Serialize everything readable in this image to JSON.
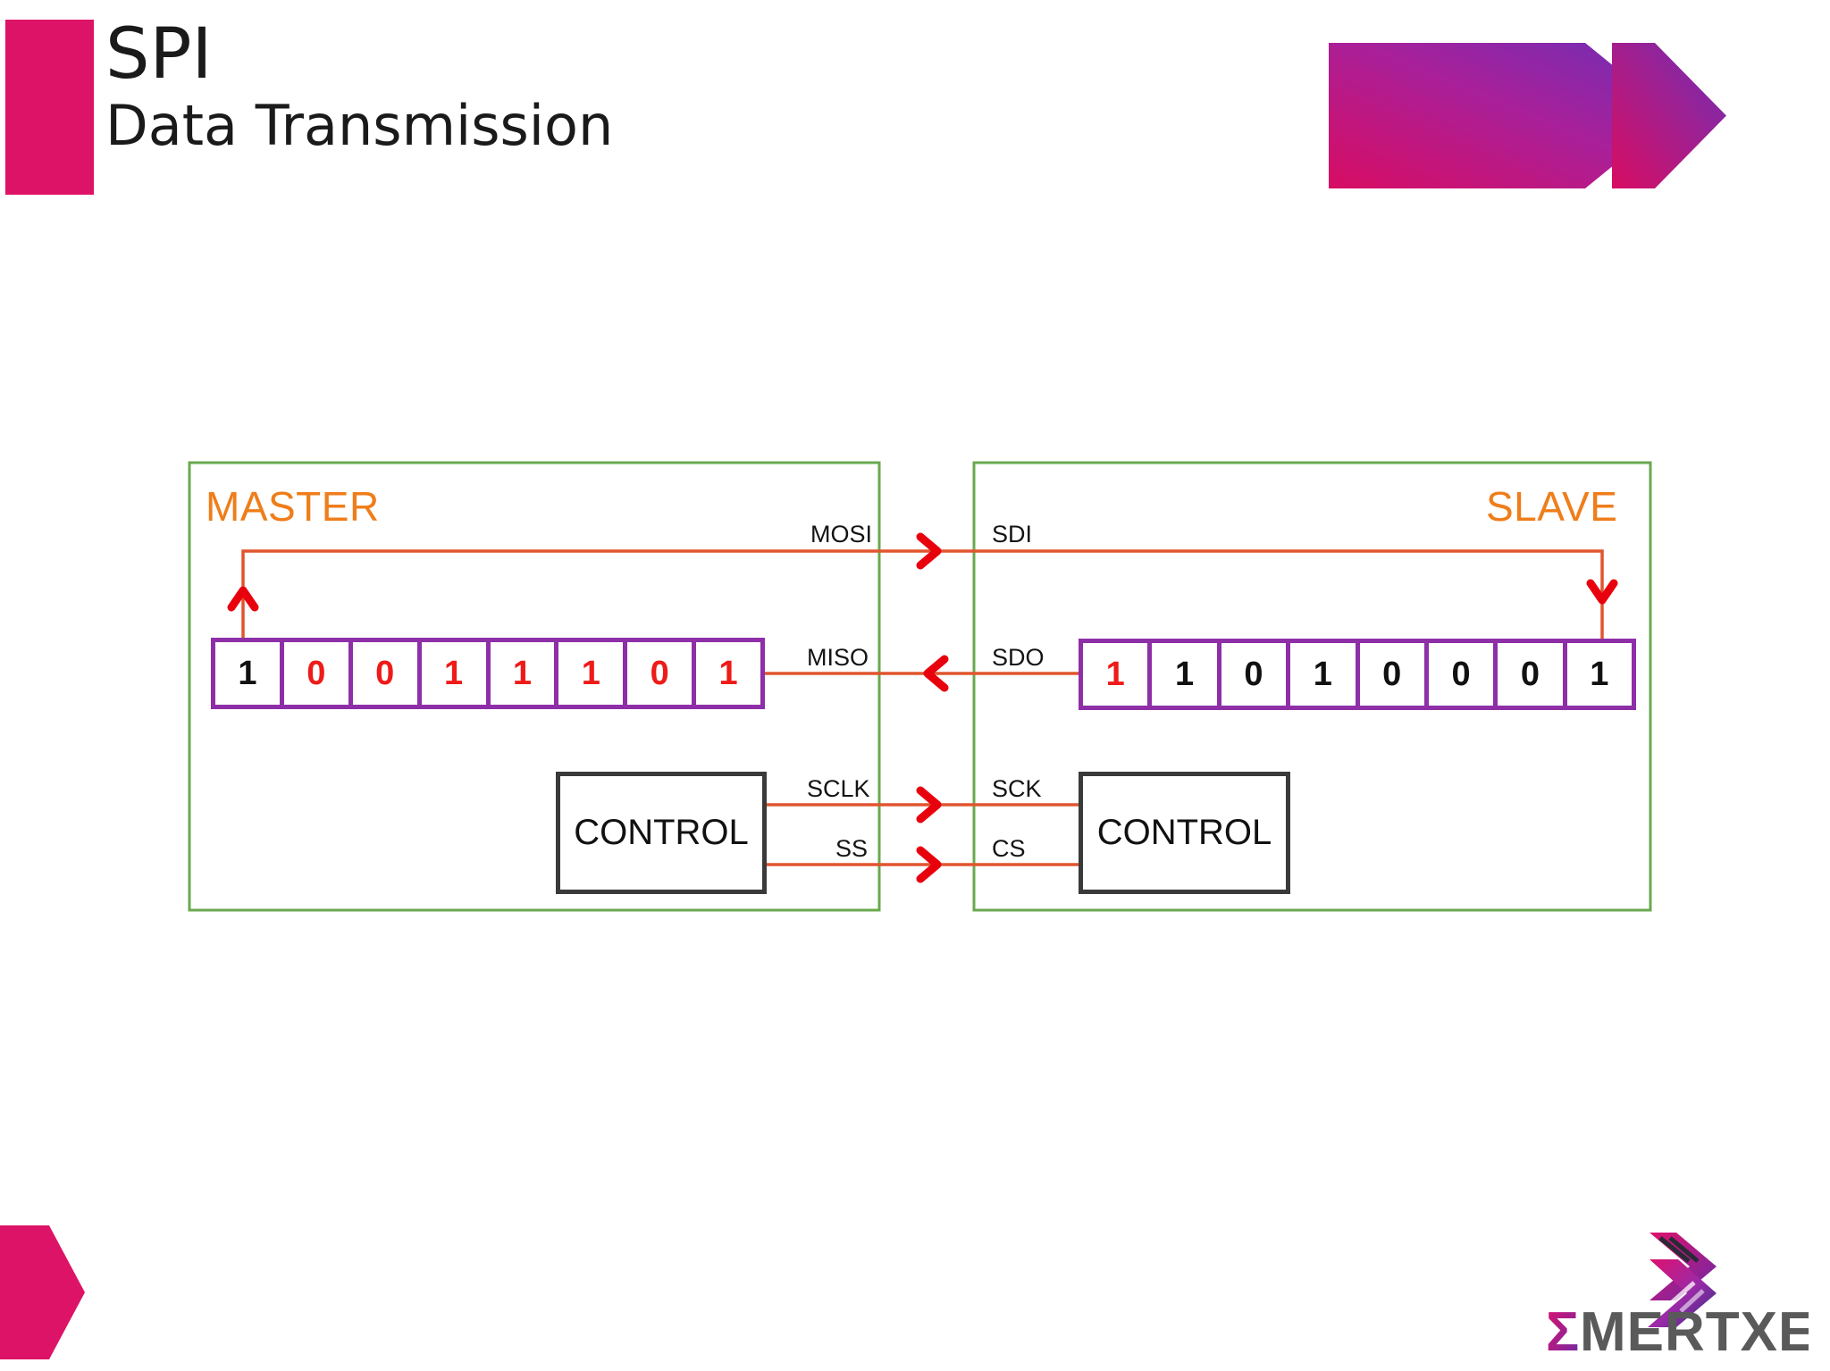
{
  "header": {
    "title": "SPI",
    "subtitle": "Data Transmission",
    "accent_color": "#dd1367",
    "banner_gradient_from": "#d80d63",
    "banner_gradient_to": "#7b2bb0"
  },
  "diagram": {
    "master": {
      "title": "MASTER",
      "title_color": "#ef7d1a",
      "box_border_color": "#6aa84f",
      "register": {
        "name": "master-shift-register",
        "border_color": "#8e2fa8",
        "bits": [
          {
            "value": "1",
            "color": "black"
          },
          {
            "value": "0",
            "color": "red"
          },
          {
            "value": "0",
            "color": "red"
          },
          {
            "value": "1",
            "color": "red"
          },
          {
            "value": "1",
            "color": "red"
          },
          {
            "value": "1",
            "color": "red"
          },
          {
            "value": "0",
            "color": "red"
          },
          {
            "value": "1",
            "color": "red"
          }
        ]
      },
      "control_label": "CONTROL"
    },
    "slave": {
      "title": "SLAVE",
      "title_color": "#ef7d1a",
      "box_border_color": "#6aa84f",
      "register": {
        "name": "slave-shift-register",
        "border_color": "#8e2fa8",
        "bits": [
          {
            "value": "1",
            "color": "red"
          },
          {
            "value": "1",
            "color": "black"
          },
          {
            "value": "0",
            "color": "black"
          },
          {
            "value": "1",
            "color": "black"
          },
          {
            "value": "0",
            "color": "black"
          },
          {
            "value": "0",
            "color": "black"
          },
          {
            "value": "0",
            "color": "black"
          },
          {
            "value": "1",
            "color": "black"
          }
        ]
      },
      "control_label": "CONTROL"
    },
    "signals": [
      {
        "master_label": "MOSI",
        "slave_label": "SDI",
        "direction": "master-to-slave"
      },
      {
        "master_label": "MISO",
        "slave_label": "SDO",
        "direction": "slave-to-master"
      },
      {
        "master_label": "SCLK",
        "slave_label": "SCK",
        "direction": "master-to-slave"
      },
      {
        "master_label": "SS",
        "slave_label": "CS",
        "direction": "master-to-slave"
      }
    ],
    "wire_color": "#e0552f",
    "arrow_color": "#e8000d"
  },
  "footer": {
    "logo_text_mark": "Σ",
    "logo_text": "MERTXE",
    "logo_text_color": "#5a5a5a",
    "shape_color": "#dd1367"
  }
}
